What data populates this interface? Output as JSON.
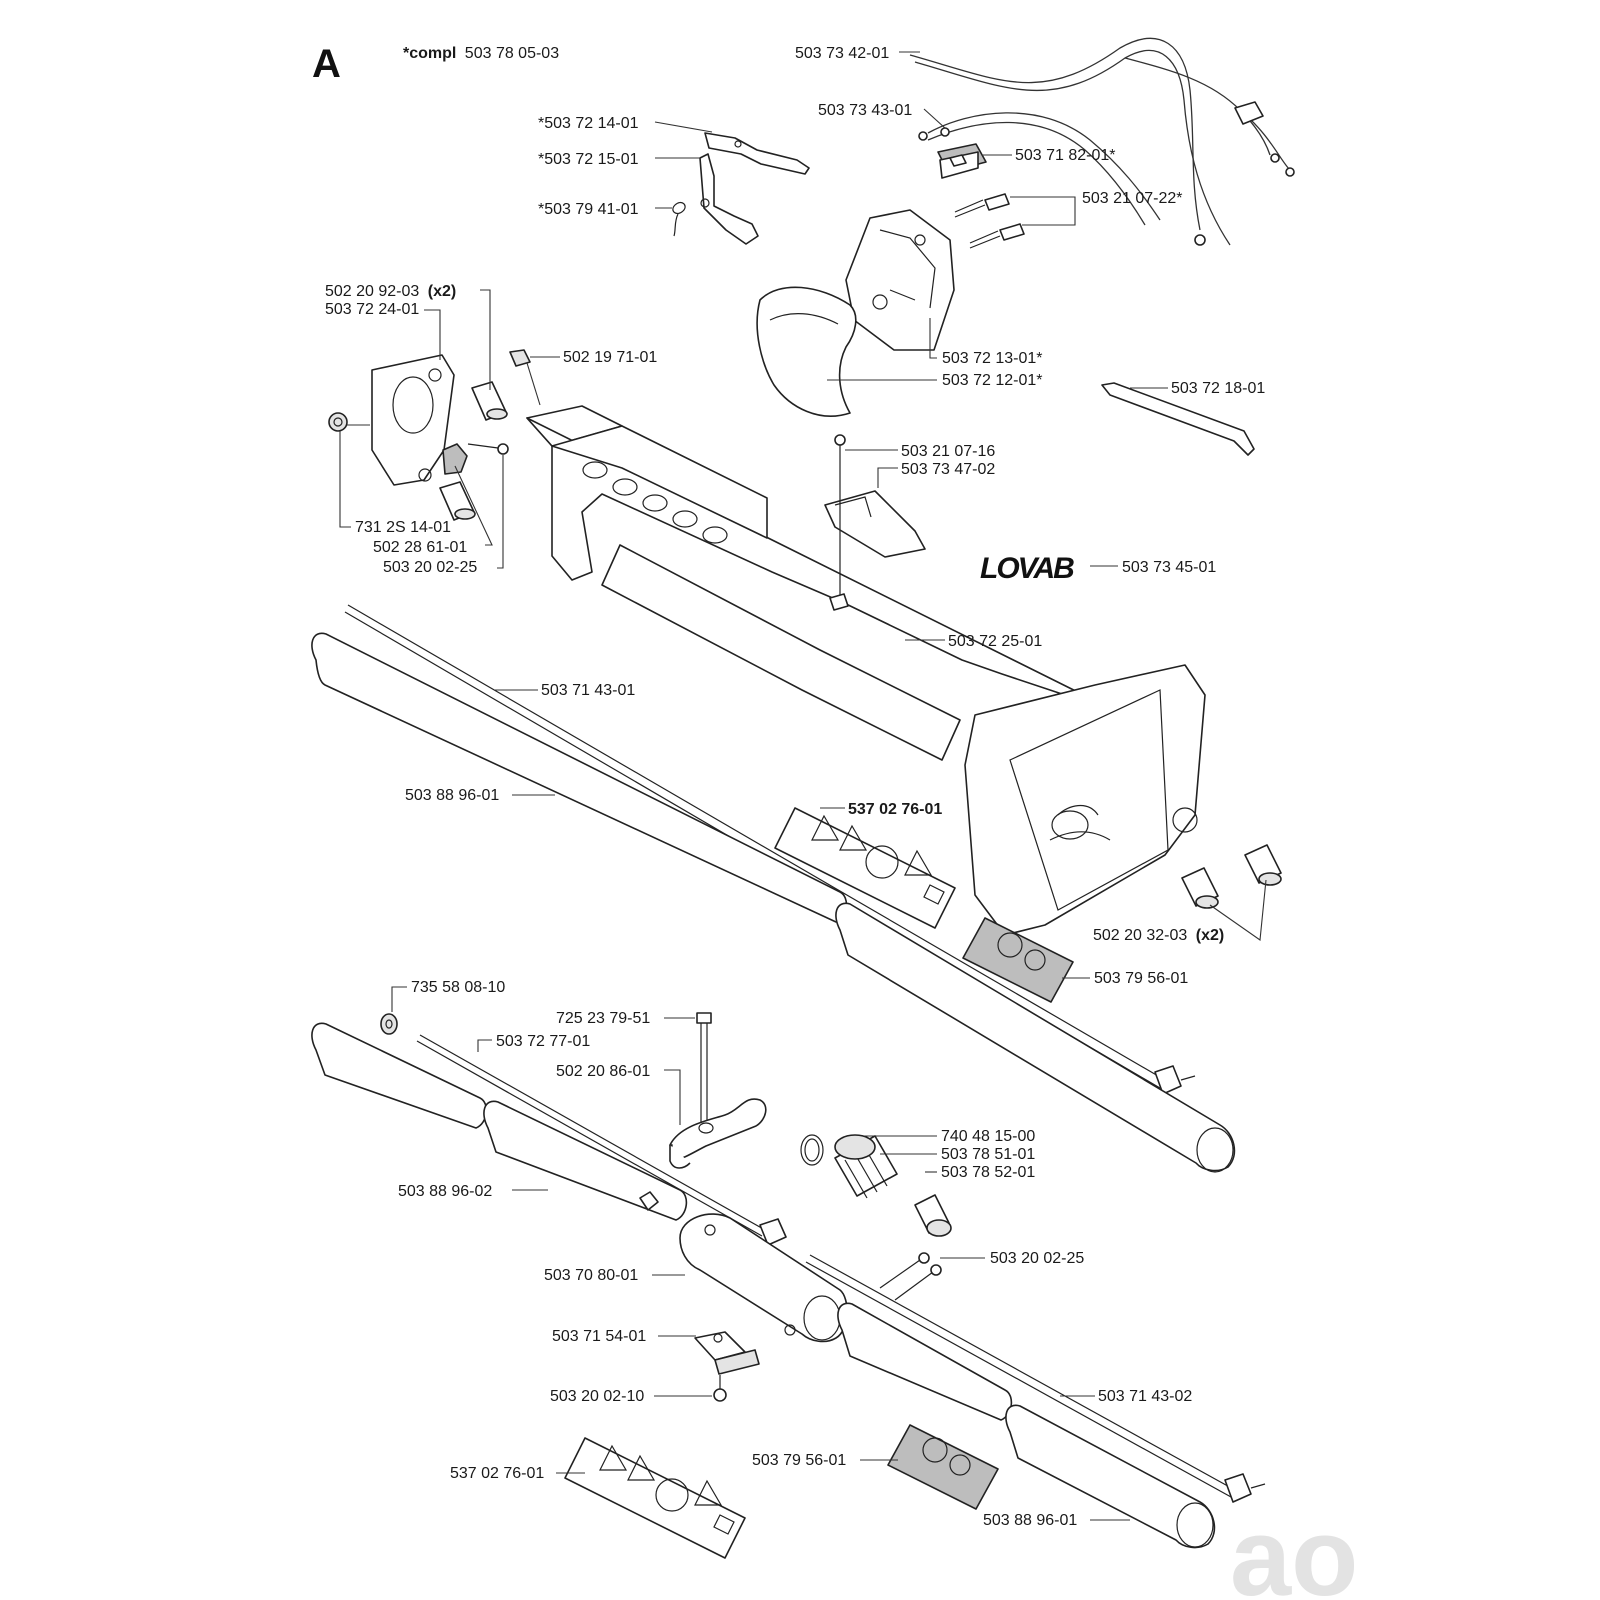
{
  "header": {
    "section_letter": "A",
    "compl_prefix": "*compl",
    "compl_number": "503 78 05-03"
  },
  "logo_text": "LOVAB",
  "labels": {
    "p5037342": "503 73 42-01",
    "p5037343": "503 73 43-01",
    "p5037214": "*503 72 14-01",
    "p5037215": "*503 72 15-01",
    "p5037941": "*503 79 41-01",
    "p5037182": "503 71 82-01*",
    "p5032107_22": "503 21 07-22*",
    "p5022092_num": "502 20 92-03",
    "p5022092_qty": "(x2)",
    "p5037224": "503 72 24-01",
    "p5021971": "502 19 71-01",
    "p5037213": "503 72 13-01*",
    "p5037212": "503 72 12-01*",
    "p5037218": "503 72 18-01",
    "p5032107_16": "503 21 07-16",
    "p5037347": "503 73 47-02",
    "p7312S14": "731 2S 14-01",
    "p5022861": "502 28 61-01",
    "p5032002_25a": "503 20 02-25",
    "p5037345": "503 73 45-01",
    "p5037225": "503 72 25-01",
    "p5037143_01": "503 71 43-01",
    "p5038896_01a": "503 88 96-01",
    "p5370276_bold": "537 02 76-01",
    "p5022032_num": "502 20 32-03",
    "p5022032_qty": "(x2)",
    "p5037956_a": "503 79 56-01",
    "p7355808": "735 58 08-10",
    "p7252379": "725 23 79-51",
    "p5037277": "503 72 77-01",
    "p5022086": "502 20 86-01",
    "p7404815": "740 48 15-00",
    "p5037851": "503 78 51-01",
    "p5037852": "503 78 52-01",
    "p5038896_02": "503 88 96-02",
    "p5032002_25b": "503 20 02-25",
    "p5037080": "503 70 80-01",
    "p5037154": "503 71 54-01",
    "p5032002_10": "503 20 02-10",
    "p5037143_02": "503 71 43-02",
    "p5037956_b": "503 79 56-01",
    "p5370276_b": "537 02 76-01",
    "p5038896_01b": "503 88 96-01"
  },
  "colors": {
    "line": "#222222",
    "label_text": "#1a1a1a",
    "shading": "#bdbdbd",
    "watermark": "#e3e3e3"
  },
  "watermark_mark": "ao"
}
